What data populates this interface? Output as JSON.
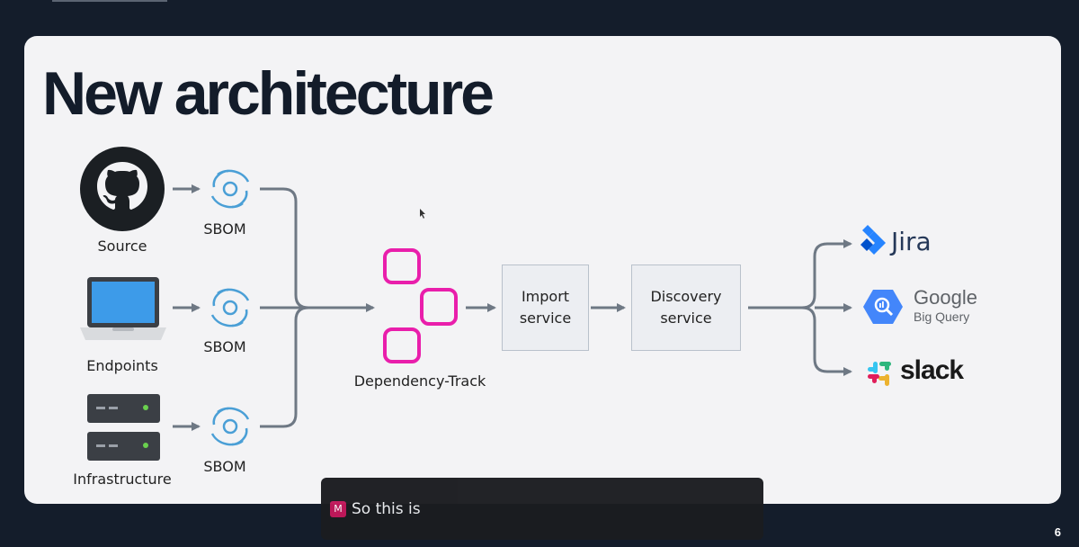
{
  "slide": {
    "title": "New architecture",
    "page_number": "6"
  },
  "diagram": {
    "sources": [
      {
        "label": "Source",
        "icon": "github-icon"
      },
      {
        "label": "Endpoints",
        "icon": "laptop-icon"
      },
      {
        "label": "Infrastructure",
        "icon": "server-icon"
      }
    ],
    "sbom_labels": [
      "SBOM",
      "SBOM",
      "SBOM"
    ],
    "hub": {
      "label": "Dependency-Track",
      "color": "#e91eab"
    },
    "import_service": [
      "Import",
      "service"
    ],
    "discovery_service": [
      "Discovery",
      "service"
    ],
    "outputs": {
      "jira": "Jira",
      "google": "Google",
      "bigquery": "Big Query",
      "slack": "slack"
    },
    "colors": {
      "arrow": "#6e7884",
      "sbom_icon": "#4a9fd6",
      "title": "#131c2a"
    }
  },
  "caption": {
    "badge": "M",
    "text": "So this is"
  }
}
